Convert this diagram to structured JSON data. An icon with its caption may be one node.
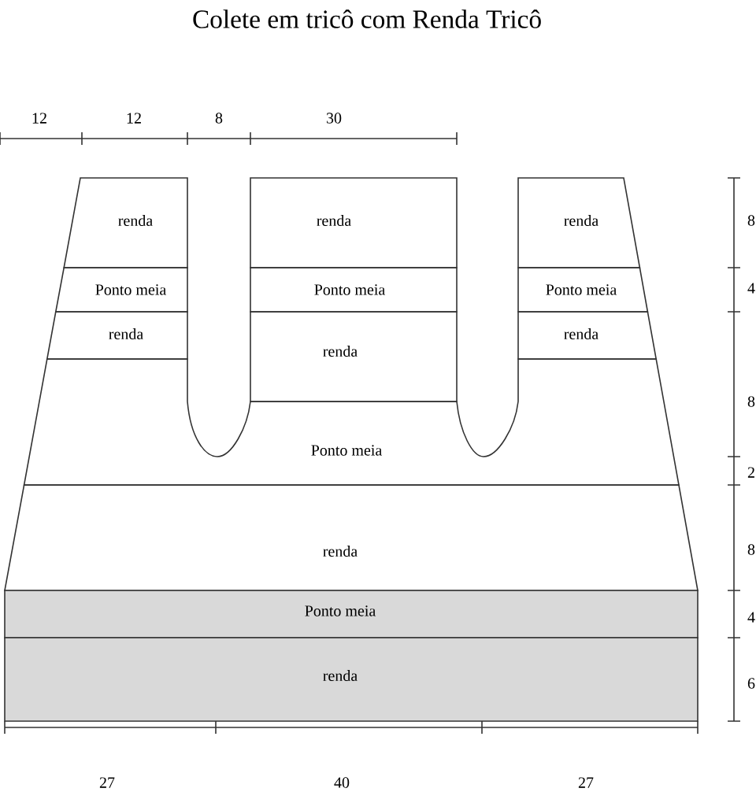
{
  "diagram": {
    "title": "Colete em tricô com Renda Tricô",
    "nodes": [
      {
        "text": [
          "renda"
        ]
      },
      {
        "text": [
          "renda"
        ]
      },
      {
        "text": [
          "renda"
        ]
      },
      {
        "text": [
          "Ponto meia"
        ]
      },
      {
        "text": [
          "Ponto meia"
        ]
      },
      {
        "text": [
          "Ponto meia"
        ]
      },
      {
        "text": [
          "renda"
        ]
      },
      {
        "text": [
          "renda"
        ]
      },
      {
        "text": [
          "renda"
        ]
      },
      {
        "text": [
          "Ponto meia"
        ]
      },
      {
        "text": [
          "renda"
        ]
      },
      {
        "text": [
          "Ponto meia"
        ]
      },
      {
        "text": [
          "renda"
        ]
      }
    ],
    "labels": [
      "12",
      "12",
      "8",
      "30",
      "8",
      "4",
      "8",
      "2",
      "8",
      "4",
      "6",
      "27",
      "40",
      "27"
    ]
  }
}
